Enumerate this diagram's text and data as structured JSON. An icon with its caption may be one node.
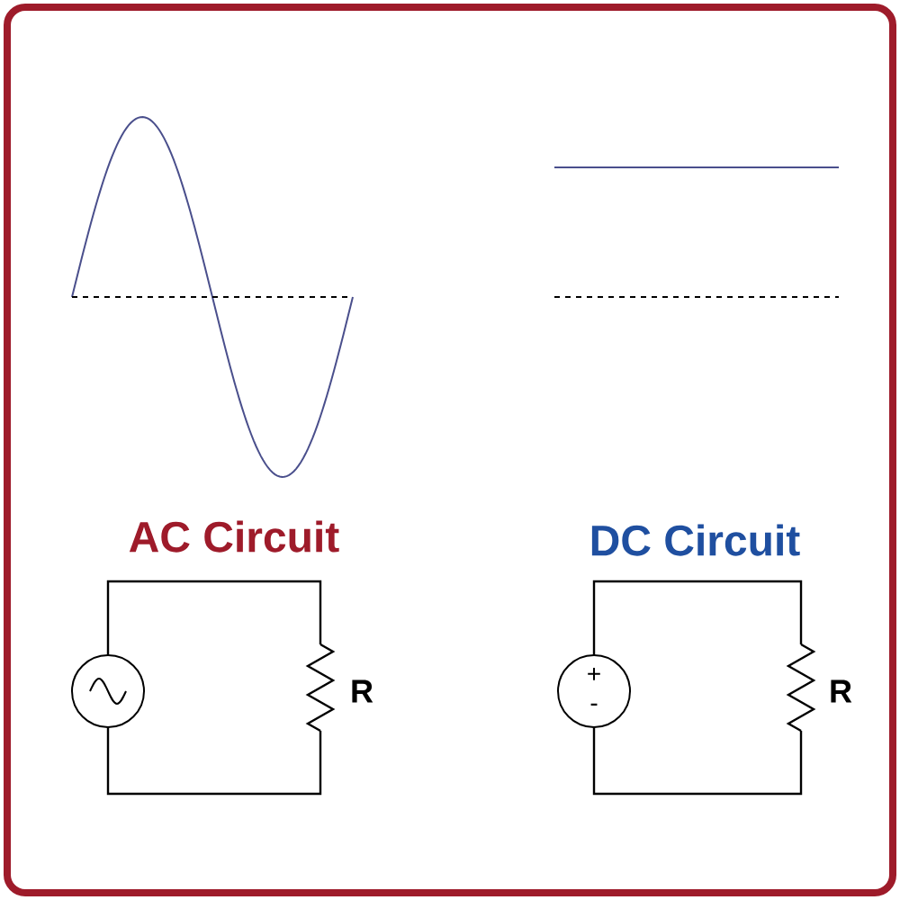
{
  "diagram": {
    "labels": [
      "AC Circuit",
      "R",
      "DC Circuit",
      "+",
      "-",
      "R"
    ]
  }
}
